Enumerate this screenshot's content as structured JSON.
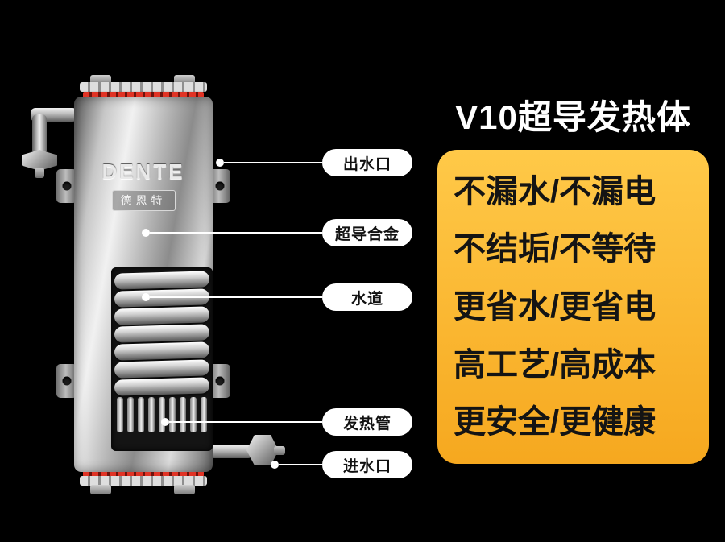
{
  "title": "V10超导发热体",
  "panel": {
    "features": [
      "不漏水/不漏电",
      "不结垢/不等待",
      "更省水/更省电",
      "高工艺/高成本",
      "更安全/更健康"
    ]
  },
  "callouts": [
    {
      "label": "出水口"
    },
    {
      "label": "超导合金"
    },
    {
      "label": "水道"
    },
    {
      "label": "发热管"
    },
    {
      "label": "进水口"
    }
  ],
  "device": {
    "brand": "DENTE",
    "brand_cn": "德恩特"
  },
  "colors": {
    "background": "#000000",
    "panel_gradient_top": "#ffc948",
    "panel_gradient_bottom": "#f6a81f",
    "feature_text": "#141414",
    "title_text": "#ffffff",
    "callout_bg": "#ffffff",
    "callout_text": "#111111",
    "terminal_red": "#e03325",
    "metal_light": "#f1f1f1",
    "metal_dark": "#585858"
  }
}
